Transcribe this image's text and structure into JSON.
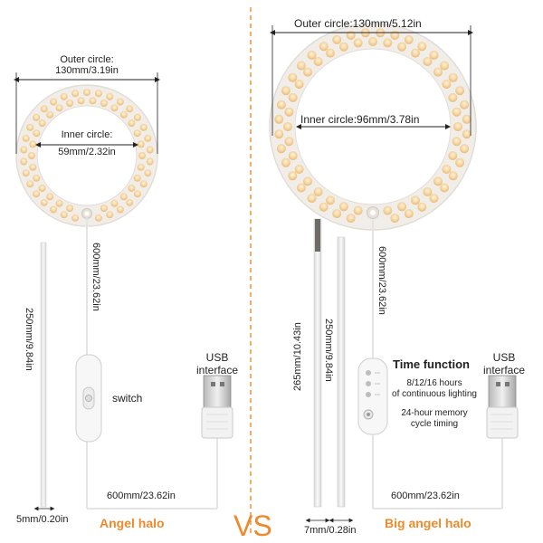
{
  "left": {
    "outer_circle": [
      "Outer circle:",
      "130mm/3.19in"
    ],
    "inner_circle": [
      "Inner circle:",
      "59mm/2.32in"
    ],
    "cable_vertical": "600mm/23.62in",
    "stake_length": "250mm/9.84in",
    "stake_width": "5mm/0.20in",
    "switch_label": "switch",
    "usb_label": [
      "USB",
      "interface"
    ],
    "cable_horizontal": "600mm/23.62in",
    "name": "Angel halo"
  },
  "divider_text": "VS",
  "right": {
    "outer_circle": "Outer circle:130mm/5.12in",
    "inner_circle": "Inner circle:96mm/3.78in",
    "cable_vertical": "600mm/23.62in",
    "stake_length_1": "265mm/10.43in",
    "stake_length_2": "250mm/9.84in",
    "stake_width": "7mm/0.28in",
    "time_function": {
      "title": "Time function",
      "line1": "8/12/16 hours",
      "line2": "of continuous lighting",
      "line3": "24-hour memory",
      "line4": "cycle timing"
    },
    "usb_label": [
      "USB",
      "interface"
    ],
    "cable_horizontal": "600mm/23.62in",
    "name": "Big angel halo"
  },
  "colors": {
    "accent": "#ee8a2c",
    "ring": "#f2efe9",
    "led": "#f7d8a0",
    "cable": "#e6e6e6"
  },
  "icons": [
    "usb-plug-icon",
    "inline-switch-icon",
    "timer-controller-icon",
    "ring-light-icon",
    "plant-stake-icon"
  ]
}
